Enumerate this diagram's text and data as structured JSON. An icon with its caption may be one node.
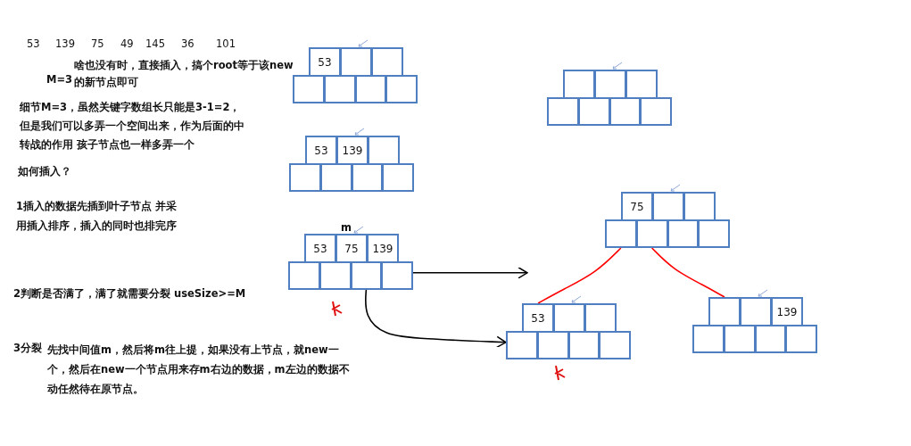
{
  "diagram": {
    "nodes": [
      {
        "text": [
          "53"
        ]
      },
      {
        "text": [],
        "shape": "box"
      },
      {
        "text": [],
        "shape": "box"
      },
      {
        "text": [],
        "shape": "box"
      },
      {
        "text": [],
        "shape": "box"
      },
      {
        "text": [],
        "shape": "box"
      },
      {
        "text": [],
        "shape": "box"
      },
      {
        "text": [],
        "shape": "box"
      },
      {
        "text": [],
        "shape": "box"
      },
      {
        "text": [],
        "shape": "box"
      },
      {
        "text": [],
        "shape": "box"
      },
      {
        "text": [],
        "shape": "box"
      },
      {
        "text": [],
        "shape": "box"
      },
      {
        "text": [],
        "shape": "box"
      },
      {
        "text": [
          "53"
        ]
      },
      {
        "text": [
          "139"
        ]
      },
      {
        "text": [],
        "shape": "box"
      },
      {
        "text": [],
        "shape": "box"
      },
      {
        "text": [],
        "shape": "box"
      },
      {
        "text": [],
        "shape": "box"
      },
      {
        "text": [],
        "shape": "box"
      },
      {
        "text": [
          "53"
        ]
      },
      {
        "text": [
          "75"
        ]
      },
      {
        "text": [
          "139"
        ]
      },
      {
        "text": [],
        "shape": "box"
      },
      {
        "text": [],
        "shape": "box"
      },
      {
        "text": [],
        "shape": "box"
      },
      {
        "text": [],
        "shape": "box"
      },
      {
        "text": [
          "75"
        ]
      },
      {
        "text": [],
        "shape": "box"
      },
      {
        "text": [],
        "shape": "box"
      },
      {
        "text": [],
        "shape": "box"
      },
      {
        "text": [],
        "shape": "box"
      },
      {
        "text": [],
        "shape": "box"
      },
      {
        "text": [],
        "shape": "box"
      },
      {
        "text": [
          "53"
        ]
      },
      {
        "text": [],
        "shape": "box"
      },
      {
        "text": [],
        "shape": "box"
      },
      {
        "text": [],
        "shape": "box"
      },
      {
        "text": [],
        "shape": "box"
      },
      {
        "text": [],
        "shape": "box"
      },
      {
        "text": [],
        "shape": "box"
      },
      {
        "text": [],
        "shape": "box"
      },
      {
        "text": [],
        "shape": "box"
      },
      {
        "text": [
          "139"
        ]
      },
      {
        "text": [],
        "shape": "box"
      },
      {
        "text": [],
        "shape": "box"
      },
      {
        "text": [],
        "shape": "box"
      },
      {
        "text": [],
        "shape": "box"
      }
    ],
    "edges": [
      {
        "from": 31,
        "to": 35,
        "arrow": "none",
        "color": "#ff0000"
      },
      {
        "from": 32,
        "to": 42,
        "arrow": "none",
        "color": "#ff0000"
      },
      {
        "from": 27,
        "to": null,
        "arrow": "to",
        "color": "#000000"
      },
      {
        "from": 26,
        "to": 38,
        "arrow": "to",
        "color": "#000000"
      }
    ],
    "labels": [
      "53",
      "139",
      "75",
      "49",
      "145",
      "36",
      "101",
      "M=3",
      "啥也没有时，直接插入，搞个root等于该new的新节点即可",
      "细节M=3，虽然关键字数组长只能是3-1=2，但是我们可以多弄一个空间出来，作为后面的中转战的作用 孩子节点也一样多弄一个",
      "如何插入？",
      "1插入的数据先插到叶子节点 并采用插入排序，插入的同时也排完序",
      "2判断是否满了，满了就需要分裂 useSize>=M",
      "3分裂",
      "先找中间值m，然后将m往上提，如果没有上节点，就new一个，然后在new一个节点用来存m右边的数据，m左边的数据不动任然待在原节点。",
      "m"
    ]
  }
}
